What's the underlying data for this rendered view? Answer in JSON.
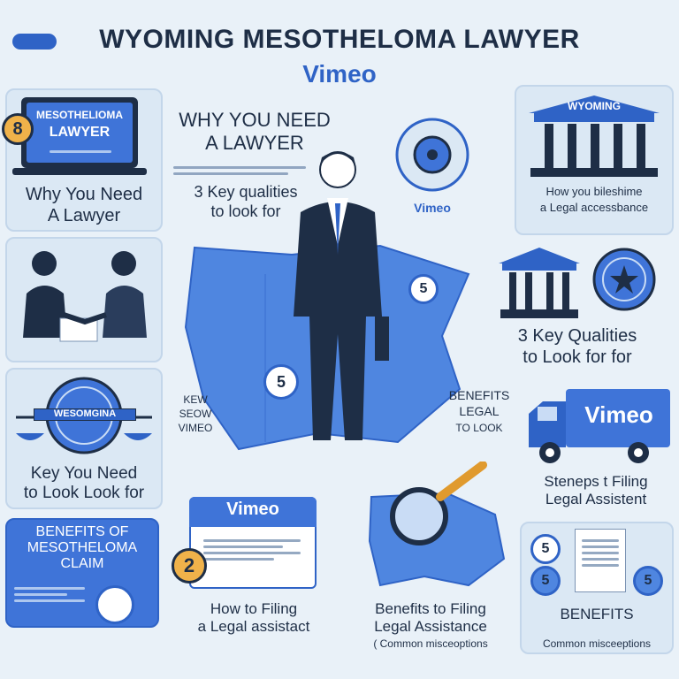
{
  "header": {
    "tag": "",
    "title": "WYOMING MESOTHELOMA LAWYER",
    "subtitle": "Vimeo"
  },
  "top_left": {
    "laptop_line1": "MESOTHELIOMA",
    "laptop_line2": "LAWYER",
    "badge": "8",
    "caption_line1": "Why You Need",
    "caption_line2": "A Lawyer"
  },
  "center_top": {
    "heading_line1": "WHY YOU NEED",
    "heading_line2": "A LAWYER",
    "sub_line1": "3 Key qualities",
    "sub_line2": "to look for"
  },
  "right_top": {
    "emblem_label": "Vimeo",
    "building_label": "WYOMING",
    "text_line1": "How you bileshime",
    "text_line2": "a Legal accessbance"
  },
  "mid_left": {
    "seal_label": "WESOMGINA",
    "caption_line1": "Key You Need",
    "caption_line2": "to Look Look for"
  },
  "map": {
    "marker1": "5",
    "marker2": "5"
  },
  "mid_center_left": {
    "line1": "KEW",
    "line2": "SEOW",
    "line3": "VIMEO"
  },
  "mid_right": {
    "qualities_line1": "3 Key Qualities",
    "qualities_line2": "to Look for for",
    "benefits_line1": "BENEFITS",
    "benefits_line2": "LEGAL",
    "benefits_line3": "TO LOOK",
    "truck_label": "Vimeo",
    "steps_line1": "Steneps t Filing",
    "steps_line2": "Legal Assistent"
  },
  "bottom_left": {
    "title_line1": "BENEFITS OF",
    "title_line2": "MESOTHELOMA",
    "title_line3": "CLAIM"
  },
  "bottom_center_left": {
    "window_label": "Vimeo",
    "badge": "2",
    "caption_line1": "How to Filing",
    "caption_line2": "a Legal assistact"
  },
  "bottom_center_right": {
    "caption_line1": "Benefits to Filing",
    "caption_line2": "Legal Assistance",
    "caption_line3": "( Common misceoptions"
  },
  "bottom_right": {
    "badge1": "5",
    "badge2": "5",
    "badge3": "5",
    "caption_line1": "BENEFITS",
    "caption_line2": "Common misceeptions"
  },
  "colors": {
    "accent": "#2f63c6",
    "dark": "#1e2e46",
    "panel": "#dbe8f4",
    "orange": "#f0b24a",
    "map_blue": "#4f86e0"
  }
}
